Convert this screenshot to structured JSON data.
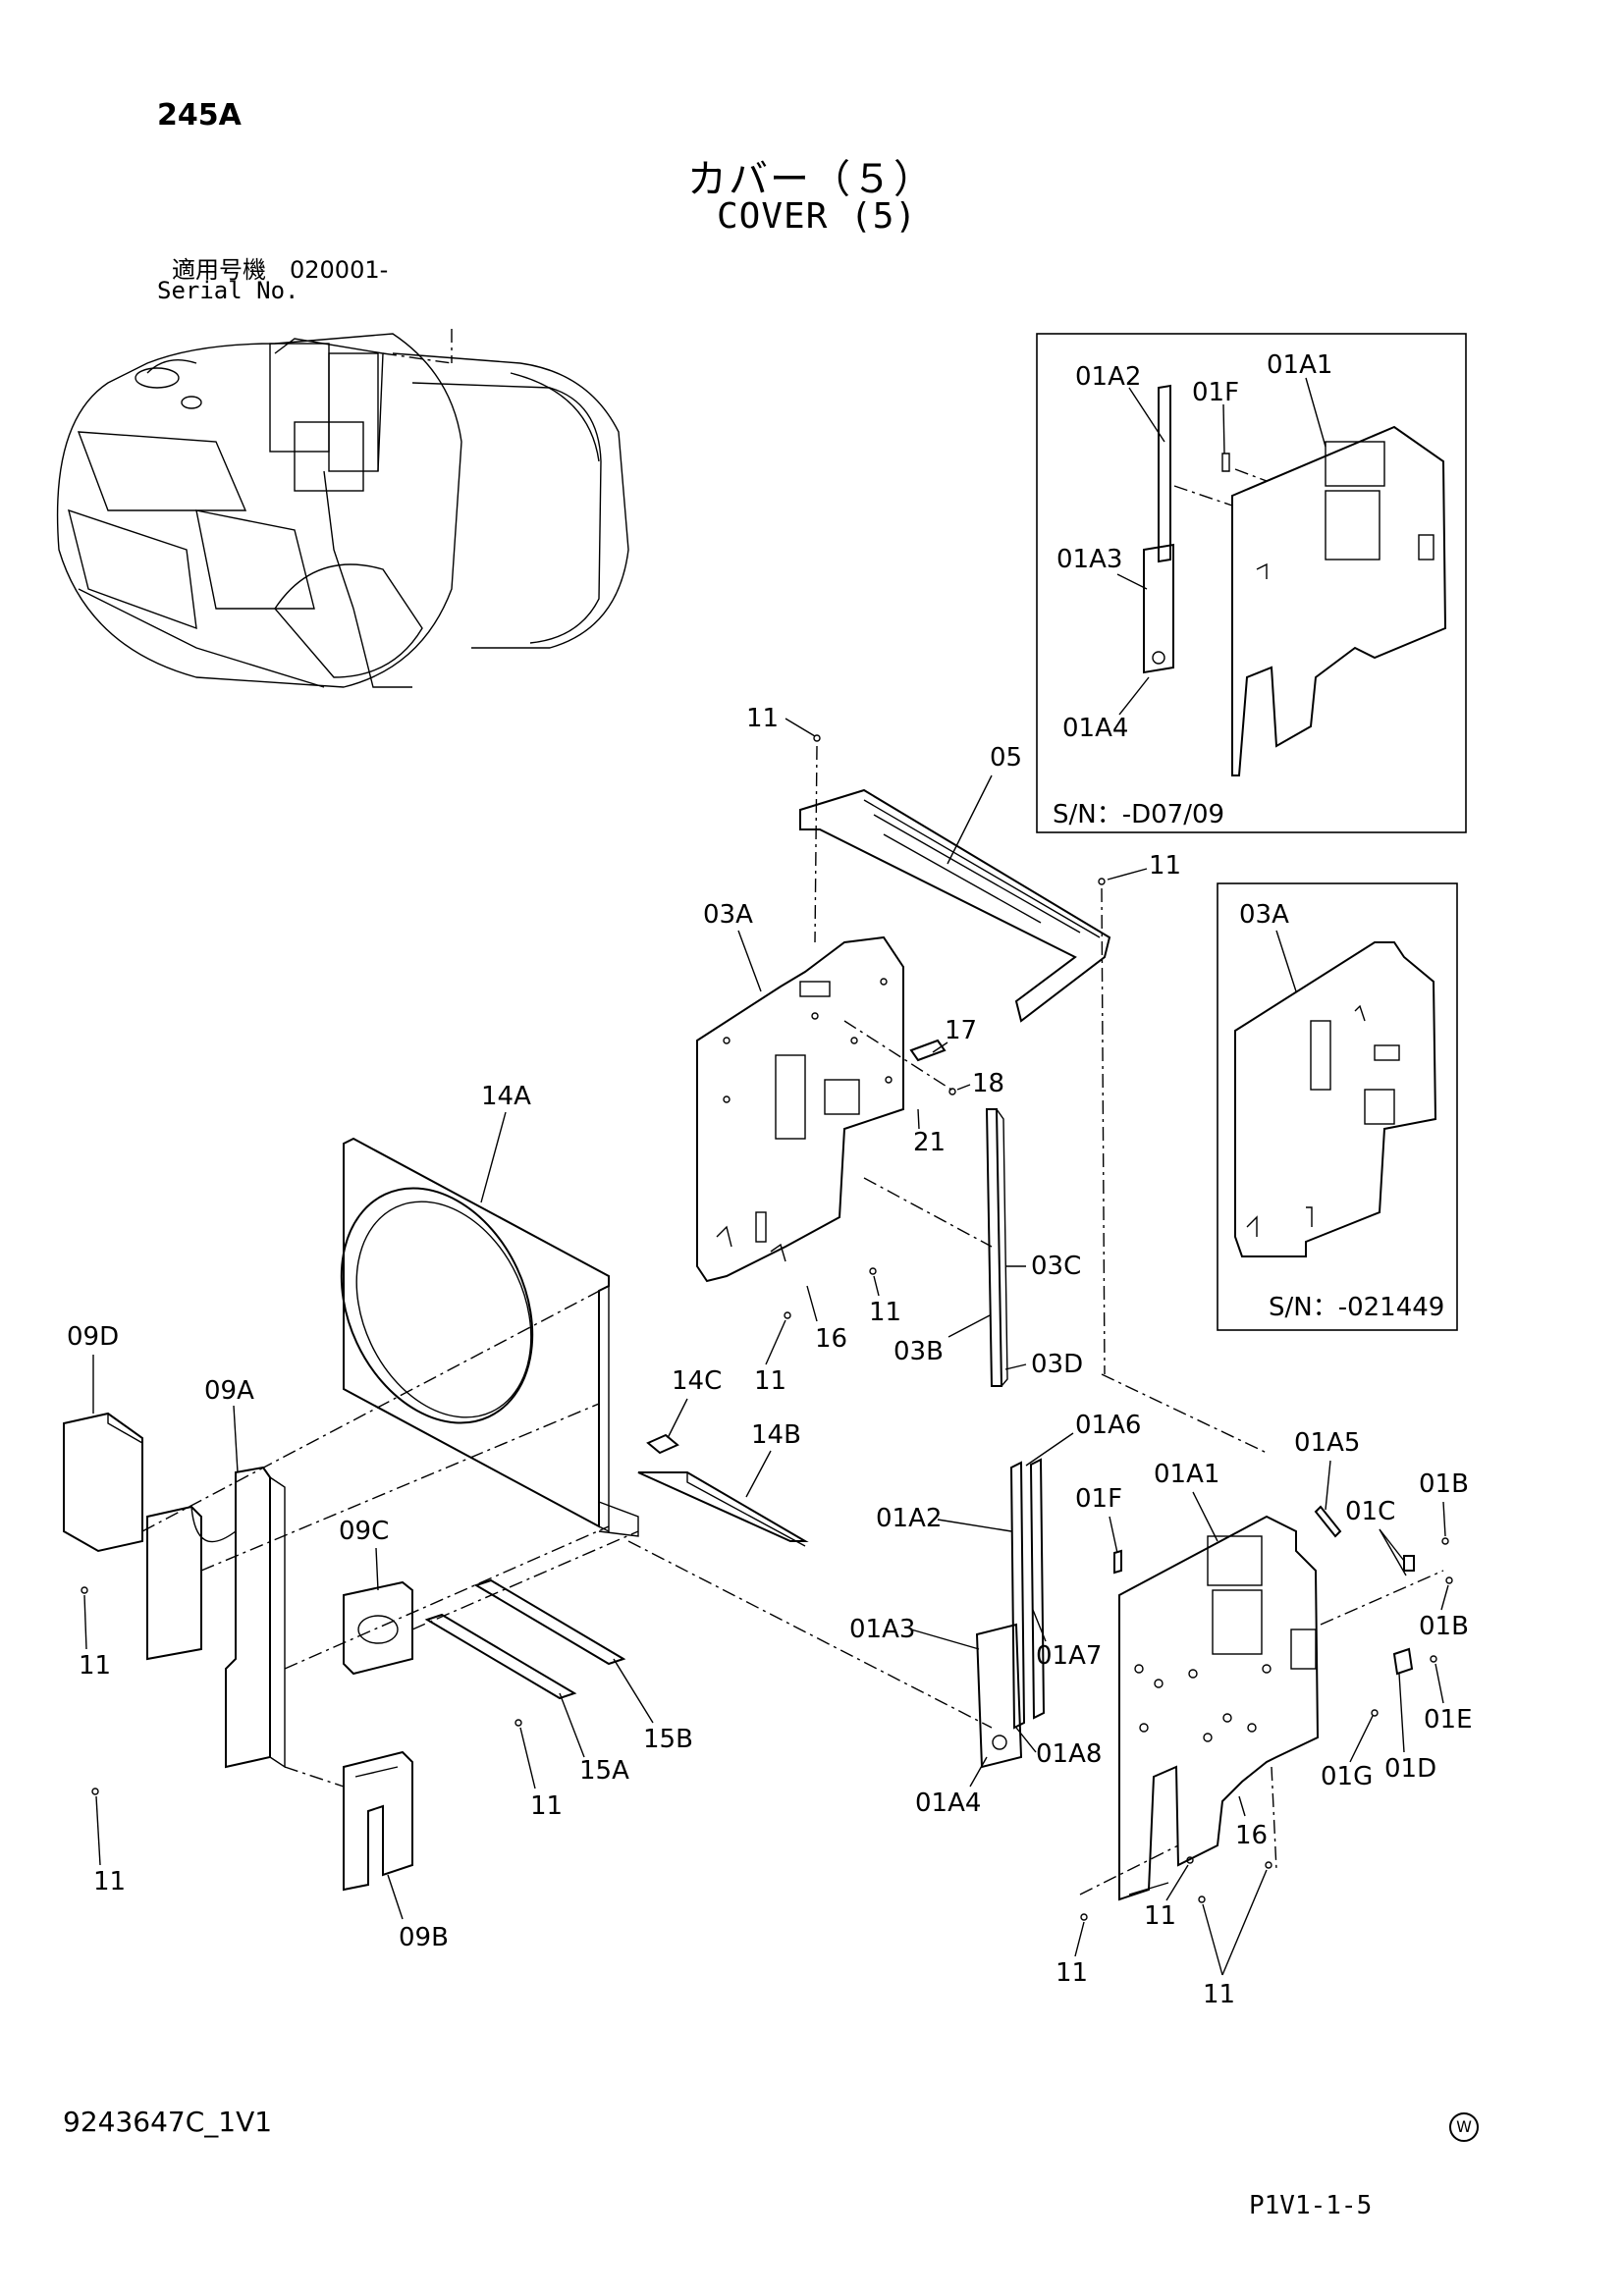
{
  "header": {
    "page_code": "245A",
    "title_jp": "カバー（５）",
    "title_en": "COVER (5)",
    "serial_jp": "適用号機　020001-",
    "serial_en": "Serial No."
  },
  "inset_boxes": {
    "top": {
      "serial": "S/N：-D07/09"
    },
    "middle": {
      "serial": "S/N：-021449"
    }
  },
  "labels": {
    "l01a1_top": "01A1",
    "l01a2_top": "01A2",
    "l01f_top": "01F",
    "l01a3_top": "01A3",
    "l01a4_top": "01A4",
    "l11_a": "11",
    "l05": "05",
    "l11_b": "11",
    "l03a_main": "03A",
    "l03a_inset": "03A",
    "l17": "17",
    "l18": "18",
    "l21": "21",
    "l14a": "14A",
    "l03c": "03C",
    "l11_c": "11",
    "l16_a": "16",
    "l11_d": "11",
    "l03b": "03B",
    "l03d": "03D",
    "l09d": "09D",
    "l09a": "09A",
    "l14c": "14C",
    "l14b": "14B",
    "l01a6": "01A6",
    "l01a5": "01A5",
    "l01a2_bot": "01A2",
    "l01f_bot": "01F",
    "l01a1_bot": "01A1",
    "l01c": "01C",
    "l01b_a": "01B",
    "l01b_b": "01B",
    "l09c": "09C",
    "l11_e": "11",
    "l01a3_bot": "01A3",
    "l01a7": "01A7",
    "l01e": "01E",
    "l15b": "15B",
    "l15a": "15A",
    "l01a8": "01A8",
    "l01a4_bot": "01A4",
    "l01g": "01G",
    "l01d": "01D",
    "l11_f": "11",
    "l16_b": "16",
    "l11_g": "11",
    "l09b": "09B",
    "l11_h": "11",
    "l11_i": "11",
    "l11_j": "11"
  },
  "footer": {
    "code": "9243647C_1V1",
    "mark": "W",
    "page": "P1V1-1-5"
  }
}
